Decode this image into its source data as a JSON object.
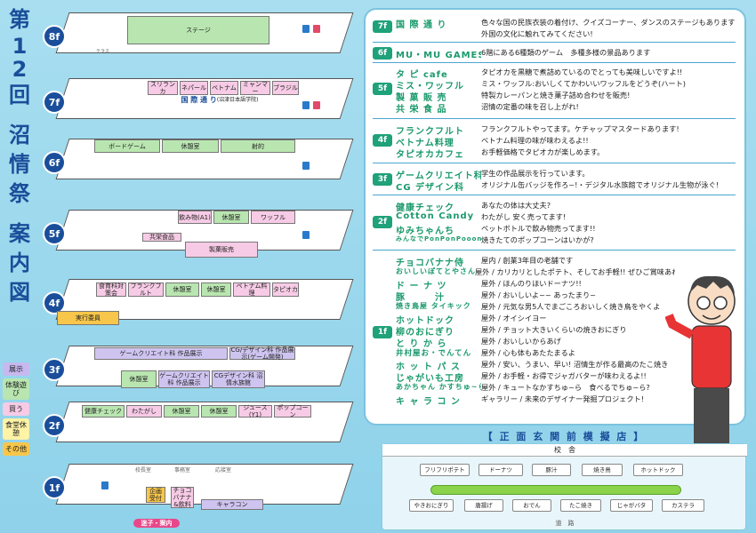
{
  "title_chars": [
    "第",
    "1",
    "2",
    "回",
    "沼",
    "情",
    "祭",
    "案",
    "内",
    "図"
  ],
  "legend": [
    {
      "label": "展示",
      "color": "#c7b9f0"
    },
    {
      "label": "体験遊び",
      "color": "#b9e6b0"
    },
    {
      "label": "買う",
      "color": "#f7cbe6"
    },
    {
      "label": "食堂休憩",
      "color": "#fff3a6"
    },
    {
      "label": "その他",
      "color": "#f7c64a"
    }
  ],
  "floors": {
    "f8": {
      "badge": "8f",
      "stage": "ステージ",
      "terrace": "テラス"
    },
    "f7": {
      "badge": "7f",
      "rooms": [
        "スリランカ",
        "ネパール",
        "ベトナム",
        "ミャンマー",
        "ブラジル"
      ],
      "hall": "国 際 通 り",
      "hall_note": "(沼津日本語学院)"
    },
    "f6": {
      "badge": "6f",
      "rooms": [
        "ボードゲーム",
        "休憩室",
        "射的"
      ]
    },
    "f5": {
      "badge": "5f",
      "rooms": [
        "飲み物(A1)",
        "休憩室",
        "ワッフル",
        "共栄食品",
        "製菓販売"
      ]
    },
    "f4": {
      "badge": "4f",
      "rooms": [
        "食育科対策会",
        "フランクフルト",
        "休憩室",
        "休憩室",
        "ベトナム料理",
        "タピオカ",
        "実行委員"
      ]
    },
    "f3": {
      "badge": "3f",
      "rooms": [
        "ゲームクリエイト科 作品展示",
        "CG/デザイン科 作品展示(ゲーム開発)",
        "休憩室",
        "ゲームクリエイト科 作品展示",
        "CGデザイン科 沼情水族館"
      ]
    },
    "f2": {
      "badge": "2f",
      "rooms": [
        "健康チェック",
        "わたがし",
        "休憩室",
        "休憩室",
        "ジュース(Y1)",
        "ポップコーン"
      ]
    },
    "f1": {
      "badge": "1f",
      "rooms": [
        "企画受付",
        "チョコバナナ&飲料",
        "キャラコン"
      ],
      "labels": [
        "校長室",
        "事務室",
        "応接室",
        "迷子・案内"
      ]
    }
  },
  "sections": [
    {
      "floor": "7f",
      "rows": [
        {
          "name": "国 際 通 り",
          "desc": "色々な国の民族衣装の着付け、クイズコーナー、ダンスのステージもあります"
        },
        {
          "name": "",
          "desc": "外国の文化に触れてみてください!"
        }
      ]
    },
    {
      "floor": "6f",
      "rows": [
        {
          "name": "MU・MU GAMES",
          "desc": "6階にある6種類のゲーム　多種多様の景品あります"
        }
      ]
    },
    {
      "floor": "5f",
      "rows": [
        {
          "name": "タ ピ cafe",
          "desc": "タピオカを黒糖で煮詰めているのでとっても美味しいですよ!!"
        },
        {
          "name": "ミス・ワッフル",
          "desc": "ミス・ワッフル:おいしくてかわいいワッフルをどうぞ(ハート)"
        },
        {
          "name": "製 菓 販 売",
          "desc": "特製カレーパンと焼き菓子詰め合わせを販売!"
        },
        {
          "name": "共 栄 食 品",
          "desc": "沼情の定番の味を召し上がれ!"
        }
      ]
    },
    {
      "floor": "4f",
      "rows": [
        {
          "name": "フランクフルト",
          "desc": "フランクフルトやってます。ケチャップマスタードあります!"
        },
        {
          "name": "ベトナム料理",
          "desc": "ベトナム料理の味が味わえるよ!!"
        },
        {
          "name": "タピオカカフェ",
          "desc": "お手軽価格でタピオカが楽しめます。"
        }
      ]
    },
    {
      "floor": "3f",
      "rows": [
        {
          "name": "ゲームクリエイト科",
          "desc": "学生の作品展示を行っています。"
        },
        {
          "name": "CG デザイン科",
          "desc": "オリジナル缶バッジを作ろ~!・デジタル水族館でオリジナル生物が泳ぐ!"
        }
      ]
    },
    {
      "floor": "2f",
      "rows": [
        {
          "name": "健康チェック",
          "desc": "あなたの体は大丈夫?"
        },
        {
          "name": "Cotton Candy",
          "desc": "わたがし 安く売ってます!"
        },
        {
          "name": "ゆみちゃんち",
          "desc": "ペットボトルで飲み物売ってます!!"
        },
        {
          "name": "みんなでPonPonPooon!",
          "desc": "焼きたてのポップコーンはいかが?"
        }
      ]
    },
    {
      "floor": "1f",
      "rows": [
        {
          "name": "チョコバナナ侍",
          "desc": "屋内 / 創業3年目の老舗です"
        },
        {
          "name": "おいしいぽてとやさん",
          "desc": "屋外 / カリカリとしたポテト、そしてお手軽!! ぜひご賞味あれ~!!"
        },
        {
          "name": "ド ー ナ ツ",
          "desc": "屋外 / ほんのりほいドーナツ!!"
        },
        {
          "name": "豚　　　汁",
          "desc": "屋外 / おいしいよ~~ あったまり~"
        },
        {
          "name": "焼き鳥屋 タイキック",
          "desc": "屋外 / 元気な男5人でまごころおいしく焼き鳥をやくよ"
        },
        {
          "name": "ホットドック",
          "desc": "屋外 / オイシイヨー"
        },
        {
          "name": "柳のおにぎり",
          "desc": "屋外 / チョット大きいくらいの焼きおにぎり"
        },
        {
          "name": "と り か ら",
          "desc": "屋外 / おいしいからあげ"
        },
        {
          "name": "井村屋お・でんてん",
          "desc": "屋外 / 心も体もあたたまるよ"
        },
        {
          "name": "ホ ッ ト パ ス",
          "desc": "屋外 / 安い、うまい、早い! 沼情生が作る最高のたこ焼き"
        },
        {
          "name": "じゃがいも工房",
          "desc": "屋外 / お手軽・お得でジャガバターが味わえるよ!!"
        },
        {
          "name": "あかちゃん かすちゅ~ら",
          "desc": "屋外 / キュートなかすちゅ~ら　食べるでちゅ~ら?"
        },
        {
          "name": "キ ャ ラ コ ン",
          "desc": "ギャラリー / 未来のデザイナー発掘プロジェクト!"
        }
      ]
    }
  ],
  "front": {
    "title": "【 正 面 玄 関 前 模 擬 店 】",
    "building": "校　舎",
    "top_booths": [
      "フリフリポテト",
      "ドーナツ",
      "豚汁",
      "焼き鳥",
      "ホットドック"
    ],
    "bottom_booths": [
      "やきおにぎり",
      "唐揚げ",
      "おでん",
      "たこ焼き",
      "じゃがバタ",
      "カステラ"
    ],
    "road": "道　路"
  }
}
